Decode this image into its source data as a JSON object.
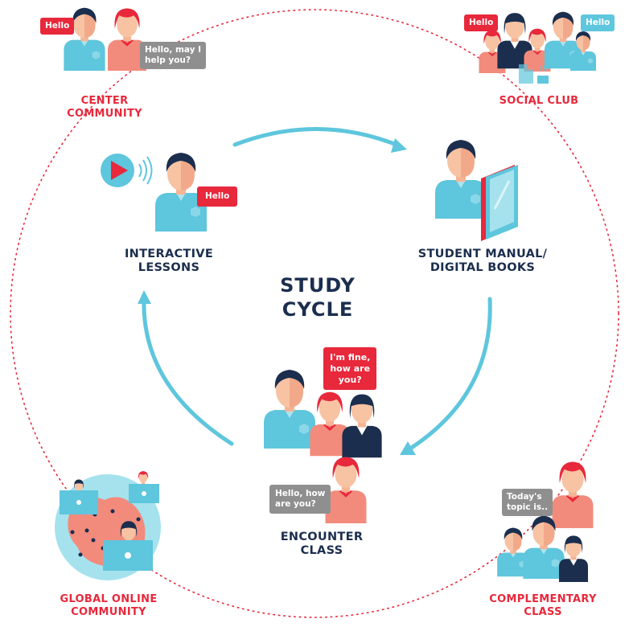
{
  "title": {
    "line1": "STUDY",
    "line2": "CYCLE"
  },
  "cycle_steps": [
    {
      "line1": "INTERACTIVE",
      "line2": "LESSONS"
    },
    {
      "line1": "STUDENT MANUAL/",
      "line2": "DIGITAL BOOKS"
    },
    {
      "line1": "ENCOUNTER",
      "line2": "CLASS"
    }
  ],
  "community": [
    {
      "line1": "CENTER",
      "line2": "COMMUNITY"
    },
    {
      "line1": "SOCIAL CLUB",
      "line2": ""
    },
    {
      "line1": "GLOBAL ONLINE",
      "line2": "COMMUNITY"
    },
    {
      "line1": "COMPLEMENTARY",
      "line2": "CLASS"
    }
  ],
  "bubbles": {
    "center_hello": "Hello",
    "center_help_1": "Hello, may I",
    "center_help_2": "help you?",
    "social_hello_left": "Hello",
    "social_hello_right": "Hello",
    "lessons_hello": "Hello",
    "encounter_fine_1": "I'm fine,",
    "encounter_fine_2": "how are",
    "encounter_fine_3": "you?",
    "encounter_hello_1": "Hello, how",
    "encounter_hello_2": "are you?",
    "complementary_1": "Today's",
    "complementary_2": "topic is.."
  },
  "colors": {
    "red": "#e8283b",
    "navy": "#1b2e4e",
    "teal": "#5ec6dd",
    "skin": "#f7c3a3",
    "salmon": "#f28b7c",
    "grey_bubble": "#8f8f8f",
    "dotted_circle": "#e8283b"
  },
  "icons": [
    "play-icon",
    "sound-wave-icon",
    "tablet-icon",
    "laptop-icon",
    "globe-icon",
    "coffee-cup-icon",
    "drink-glass-icon"
  ]
}
